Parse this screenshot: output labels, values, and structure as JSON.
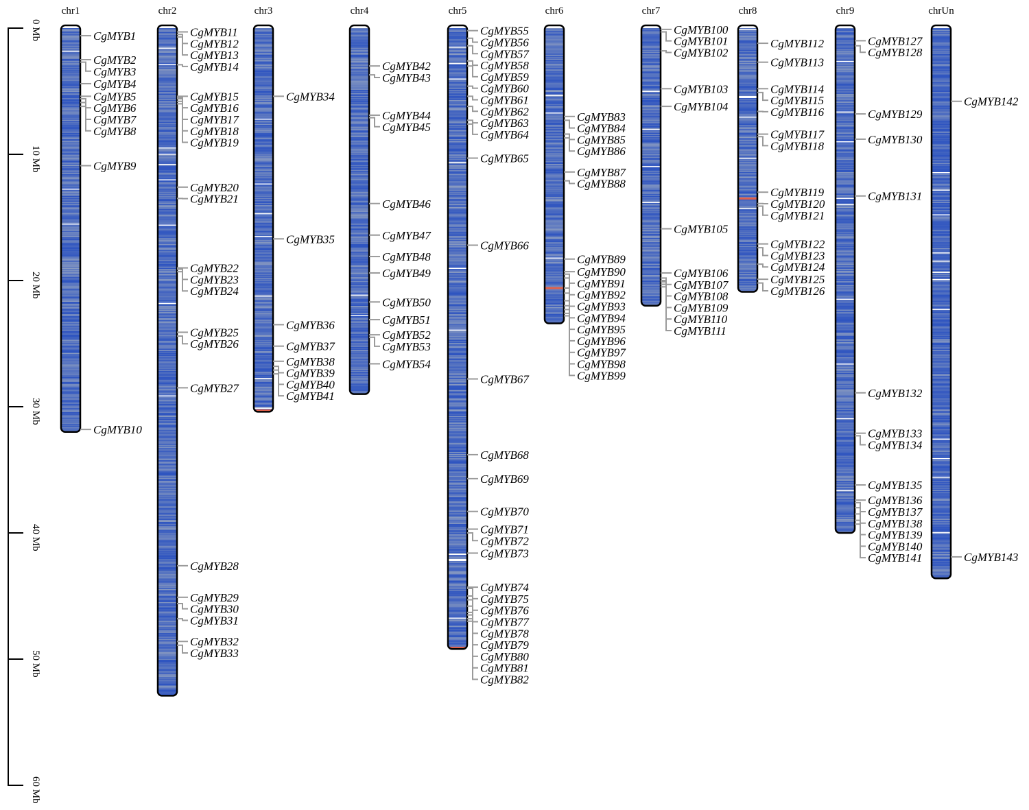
{
  "scale": {
    "unit": "Mb",
    "max_mb": 60,
    "ticks": [
      {
        "mb": 0,
        "label": "0 Mb"
      },
      {
        "mb": 10,
        "label": "10 Mb"
      },
      {
        "mb": 20,
        "label": "20 Mb"
      },
      {
        "mb": 30,
        "label": "30 Mb"
      },
      {
        "mb": 40,
        "label": "40 Mb"
      },
      {
        "mb": 50,
        "label": "50 Mb"
      },
      {
        "mb": 60,
        "label": "60 Mb"
      }
    ]
  },
  "colors": {
    "low": "#8a9bc0",
    "high": "#2f55c0",
    "hot": "#e0604a",
    "connector": "#9a9a9a",
    "outline": "#000000"
  },
  "chromosomes": [
    {
      "name": "chr1",
      "length_mb": 32.0,
      "red_marks_mb": [],
      "genes": [
        [
          "CgMYB1",
          0.6
        ],
        [
          "CgMYB2",
          2.5
        ],
        [
          "CgMYB3",
          2.7
        ],
        [
          "CgMYB4",
          4.4
        ],
        [
          "CgMYB5",
          5.4
        ],
        [
          "CgMYB6",
          5.6
        ],
        [
          "CgMYB7",
          5.9
        ],
        [
          "CgMYB8",
          6.2
        ],
        [
          "CgMYB9",
          10.9
        ],
        [
          "CgMYB10",
          31.8
        ]
      ]
    },
    {
      "name": "chr2",
      "length_mb": 52.9,
      "red_marks_mb": [],
      "genes": [
        [
          "CgMYB11",
          0.3
        ],
        [
          "CgMYB12",
          0.5
        ],
        [
          "CgMYB13",
          0.7
        ],
        [
          "CgMYB14",
          2.9
        ],
        [
          "CgMYB15",
          5.4
        ],
        [
          "CgMYB16",
          5.5
        ],
        [
          "CgMYB17",
          5.6
        ],
        [
          "CgMYB18",
          5.8
        ],
        [
          "CgMYB19",
          6.0
        ],
        [
          "CgMYB20",
          12.6
        ],
        [
          "CgMYB21",
          13.5
        ],
        [
          "CgMYB22",
          19.0
        ],
        [
          "CgMYB23",
          19.1
        ],
        [
          "CgMYB24",
          19.3
        ],
        [
          "CgMYB25",
          24.1
        ],
        [
          "CgMYB26",
          24.4
        ],
        [
          "CgMYB27",
          28.5
        ],
        [
          "CgMYB28",
          42.6
        ],
        [
          "CgMYB29",
          45.1
        ],
        [
          "CgMYB30",
          45.6
        ],
        [
          "CgMYB31",
          46.8
        ],
        [
          "CgMYB32",
          48.6
        ],
        [
          "CgMYB33",
          48.9
        ]
      ]
    },
    {
      "name": "chr3",
      "length_mb": 30.4,
      "red_marks_mb": [
        30.3
      ],
      "genes": [
        [
          "CgMYB34",
          5.4
        ],
        [
          "CgMYB35",
          16.7
        ],
        [
          "CgMYB36",
          23.5
        ],
        [
          "CgMYB37",
          25.2
        ],
        [
          "CgMYB38",
          26.4
        ],
        [
          "CgMYB39",
          26.8
        ],
        [
          "CgMYB40",
          27.1
        ],
        [
          "CgMYB41",
          27.4
        ]
      ]
    },
    {
      "name": "chr4",
      "length_mb": 29.0,
      "red_marks_mb": [],
      "genes": [
        [
          "CgMYB42",
          3.0
        ],
        [
          "CgMYB43",
          3.7
        ],
        [
          "CgMYB44",
          6.9
        ],
        [
          "CgMYB45",
          7.1
        ],
        [
          "CgMYB46",
          13.9
        ],
        [
          "CgMYB47",
          16.4
        ],
        [
          "CgMYB48",
          18.1
        ],
        [
          "CgMYB49",
          19.4
        ],
        [
          "CgMYB50",
          21.7
        ],
        [
          "CgMYB51",
          23.1
        ],
        [
          "CgMYB52",
          24.3
        ],
        [
          "CgMYB53",
          24.5
        ],
        [
          "CgMYB54",
          26.6
        ]
      ]
    },
    {
      "name": "chr5",
      "length_mb": 49.2,
      "red_marks_mb": [
        49.1
      ],
      "genes": [
        [
          "CgMYB55",
          0.2
        ],
        [
          "CgMYB56",
          0.8
        ],
        [
          "CgMYB57",
          1.4
        ],
        [
          "CgMYB58",
          2.6
        ],
        [
          "CgMYB59",
          3.0
        ],
        [
          "CgMYB60",
          4.6
        ],
        [
          "CgMYB61",
          5.4
        ],
        [
          "CgMYB62",
          6.2
        ],
        [
          "CgMYB63",
          7.3
        ],
        [
          "CgMYB64",
          7.6
        ],
        [
          "CgMYB65",
          10.3
        ],
        [
          "CgMYB66",
          17.2
        ],
        [
          "CgMYB67",
          27.8
        ],
        [
          "CgMYB68",
          33.8
        ],
        [
          "CgMYB69",
          35.7
        ],
        [
          "CgMYB70",
          38.3
        ],
        [
          "CgMYB71",
          39.7
        ],
        [
          "CgMYB72",
          40.0
        ],
        [
          "CgMYB73",
          41.6
        ],
        [
          "CgMYB74",
          44.3
        ],
        [
          "CgMYB75",
          44.4
        ],
        [
          "CgMYB76",
          45.0
        ],
        [
          "CgMYB77",
          45.3
        ],
        [
          "CgMYB78",
          45.8
        ],
        [
          "CgMYB79",
          46.3
        ],
        [
          "CgMYB80",
          46.5
        ],
        [
          "CgMYB81",
          46.8
        ],
        [
          "CgMYB82",
          47.0
        ]
      ]
    },
    {
      "name": "chr6",
      "length_mb": 23.4,
      "red_marks_mb": [
        20.6
      ],
      "genes": [
        [
          "CgMYB83",
          7.0
        ],
        [
          "CgMYB84",
          7.3
        ],
        [
          "CgMYB85",
          8.4
        ],
        [
          "CgMYB86",
          8.7
        ],
        [
          "CgMYB87",
          11.4
        ],
        [
          "CgMYB88",
          12.1
        ],
        [
          "CgMYB89",
          18.3
        ],
        [
          "CgMYB90",
          19.3
        ],
        [
          "CgMYB91",
          19.5
        ],
        [
          "CgMYB92",
          19.8
        ],
        [
          "CgMYB93",
          20.6
        ],
        [
          "CgMYB94",
          21.0
        ],
        [
          "CgMYB95",
          21.6
        ],
        [
          "CgMYB96",
          22.0
        ],
        [
          "CgMYB97",
          22.3
        ],
        [
          "CgMYB98",
          22.6
        ],
        [
          "CgMYB99",
          22.8
        ]
      ]
    },
    {
      "name": "chr7",
      "length_mb": 22.0,
      "red_marks_mb": [],
      "genes": [
        [
          "CgMYB100",
          0.1
        ],
        [
          "CgMYB101",
          0.3
        ],
        [
          "CgMYB102",
          1.8
        ],
        [
          "CgMYB103",
          4.8
        ],
        [
          "CgMYB104",
          6.2
        ],
        [
          "CgMYB105",
          15.9
        ],
        [
          "CgMYB106",
          19.4
        ],
        [
          "CgMYB107",
          19.8
        ],
        [
          "CgMYB108",
          20.0
        ],
        [
          "CgMYB109",
          20.1
        ],
        [
          "CgMYB110",
          20.3
        ],
        [
          "CgMYB111",
          20.5
        ]
      ]
    },
    {
      "name": "chr8",
      "length_mb": 20.9,
      "red_marks_mb": [
        13.5
      ],
      "genes": [
        [
          "CgMYB112",
          1.2
        ],
        [
          "CgMYB113",
          2.7
        ],
        [
          "CgMYB114",
          4.8
        ],
        [
          "CgMYB115",
          5.1
        ],
        [
          "CgMYB116",
          6.6
        ],
        [
          "CgMYB117",
          8.4
        ],
        [
          "CgMYB118",
          8.6
        ],
        [
          "CgMYB119",
          13.0
        ],
        [
          "CgMYB120",
          13.9
        ],
        [
          "CgMYB121",
          14.1
        ],
        [
          "CgMYB122",
          17.1
        ],
        [
          "CgMYB123",
          17.4
        ],
        [
          "CgMYB124",
          18.7
        ],
        [
          "CgMYB125",
          19.9
        ],
        [
          "CgMYB126",
          20.2
        ]
      ]
    },
    {
      "name": "chr9",
      "length_mb": 40.0,
      "red_marks_mb": [],
      "genes": [
        [
          "CgMYB127",
          1.0
        ],
        [
          "CgMYB128",
          1.4
        ],
        [
          "CgMYB129",
          6.8
        ],
        [
          "CgMYB130",
          8.8
        ],
        [
          "CgMYB131",
          13.3
        ],
        [
          "CgMYB132",
          28.9
        ],
        [
          "CgMYB133",
          32.1
        ],
        [
          "CgMYB134",
          32.3
        ],
        [
          "CgMYB135",
          36.2
        ],
        [
          "CgMYB136",
          37.4
        ],
        [
          "CgMYB137",
          37.6
        ],
        [
          "CgMYB138",
          38.0
        ],
        [
          "CgMYB139",
          38.5
        ],
        [
          "CgMYB140",
          39.0
        ],
        [
          "CgMYB141",
          39.3
        ]
      ]
    },
    {
      "name": "chrUn",
      "length_mb": 43.6,
      "red_marks_mb": [],
      "genes": [
        [
          "CgMYB142",
          5.8
        ],
        [
          "CgMYB143",
          41.9
        ]
      ]
    }
  ]
}
